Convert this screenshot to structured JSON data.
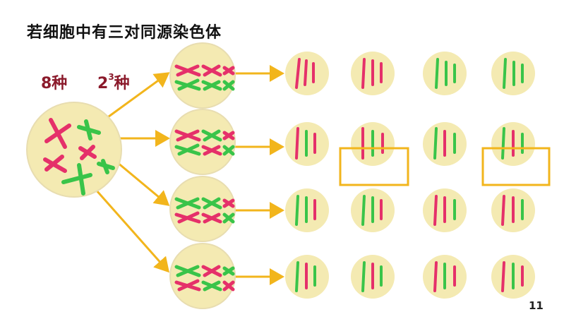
{
  "slide": {
    "title": "若细胞中有三对同源染色体",
    "label_8": "8种",
    "label_2_base": "2",
    "label_2_exp": "3",
    "label_2_suffix": "种",
    "page_number": "11"
  },
  "colors": {
    "disc": "#f4eab2",
    "red": "#e5306a",
    "green": "#39c449",
    "arrow": "#f2b51c",
    "highlight": "#f2b51c"
  }
}
